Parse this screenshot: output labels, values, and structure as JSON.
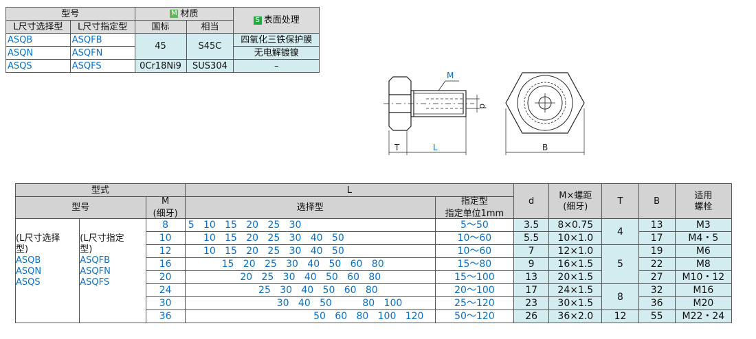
{
  "material_table": {
    "header": {
      "model": "型号",
      "material": "材质",
      "material_badge": "M",
      "surface": "表面处理",
      "surface_badge": "S",
      "l_select": "L尺寸选择型",
      "l_specify": "L尺寸指定型",
      "national": "国标",
      "equiv": "相当"
    },
    "rows": [
      {
        "select": "ASQB",
        "specify": "ASQFB",
        "surface": "四氧化三铁保护膜"
      },
      {
        "select": "ASQN",
        "specify": "ASQFN",
        "surface": "无电解镀镍"
      },
      {
        "select": "ASQS",
        "specify": "ASQFS",
        "national": "0Cr18Ni9",
        "equiv": "SUS304",
        "surface": "–"
      }
    ],
    "shared": {
      "national": "45",
      "equiv": "S45C"
    }
  },
  "diagram": {
    "label_m": "M",
    "label_d": "d",
    "label_t": "T",
    "label_l": "L",
    "label_b": "B"
  },
  "main_table": {
    "header": {
      "type": "型式",
      "l": "L",
      "model": "型号",
      "m": "M",
      "m_sub": "(细牙)",
      "select": "选择型",
      "specify": "指定型",
      "specify_sub": "指定单位1mm",
      "d": "d",
      "mpitch": "M×螺距",
      "mpitch_sub": "(细牙)",
      "t": "T",
      "b": "B",
      "bolt": "适用",
      "bolt_sub": "螺栓"
    },
    "left": {
      "col1_title1": "(L尺寸选择",
      "col1_title2": "型)",
      "col2_title1": "(L尺寸指定",
      "col2_title2": "型)",
      "col1_items": [
        "ASQB",
        "ASQN",
        "ASQS"
      ],
      "col2_items": [
        "ASQFB",
        "ASQFN",
        "ASQFS"
      ]
    },
    "rows": [
      {
        "m": "8",
        "l": "5   10   15   20   25   30",
        "spec": "5～50",
        "d": "3.5",
        "mp": "8×0.75",
        "b": "13",
        "bolt": "M3"
      },
      {
        "m": "10",
        "l": "     10   15   20   25   30   40   50",
        "spec": "10～60",
        "d": "5.5",
        "mp": "10×1.0",
        "b": "17",
        "bolt": "M4・5"
      },
      {
        "m": "12",
        "l": "     10   15   20   25   30   40   50",
        "spec": "10～60",
        "d": "7",
        "mp": "12×1.0",
        "b": "19",
        "bolt": "M6"
      },
      {
        "m": "16",
        "l": "           15   20   25   30   40   50   60   80",
        "spec": "15～80",
        "d": "9",
        "mp": "16×1.5",
        "b": "22",
        "bolt": "M8"
      },
      {
        "m": "20",
        "l": "                 20   25   30   40   50   60   80",
        "spec": "15～100",
        "d": "13",
        "mp": "20×1.5",
        "b": "27",
        "bolt": "M10・12"
      },
      {
        "m": "24",
        "l": "                       25   30   40   50   60   80",
        "spec": "20～100",
        "d": "17",
        "mp": "24×1.5",
        "b": "32",
        "bolt": "M16"
      },
      {
        "m": "30",
        "l": "                             30   40   50          80   100",
        "spec": "25～120",
        "d": "23",
        "mp": "30×1.5",
        "b": "36",
        "bolt": "M20"
      },
      {
        "m": "36",
        "l": "                                         50   60   80   100   120",
        "spec": "50～120",
        "d": "26",
        "mp": "36×2.0",
        "b": "55",
        "bolt": "M22・24"
      }
    ],
    "t_groups": [
      "4",
      "5",
      "8",
      "12"
    ]
  }
}
